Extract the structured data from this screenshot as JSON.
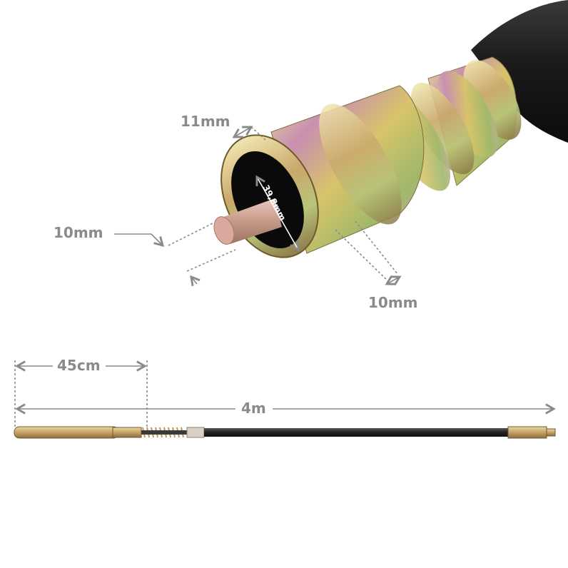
{
  "dimensions": {
    "tip_width": "11mm",
    "shaft_diameter": "10mm",
    "inner_diameter": "39,8mm",
    "side_width": "10mm",
    "head_length": "45cm",
    "total_length": "4m"
  },
  "colors": {
    "label_gray": "#8a8a8a",
    "hose_black": "#1e1e1e",
    "metal_gold": "#c9b56a"
  }
}
